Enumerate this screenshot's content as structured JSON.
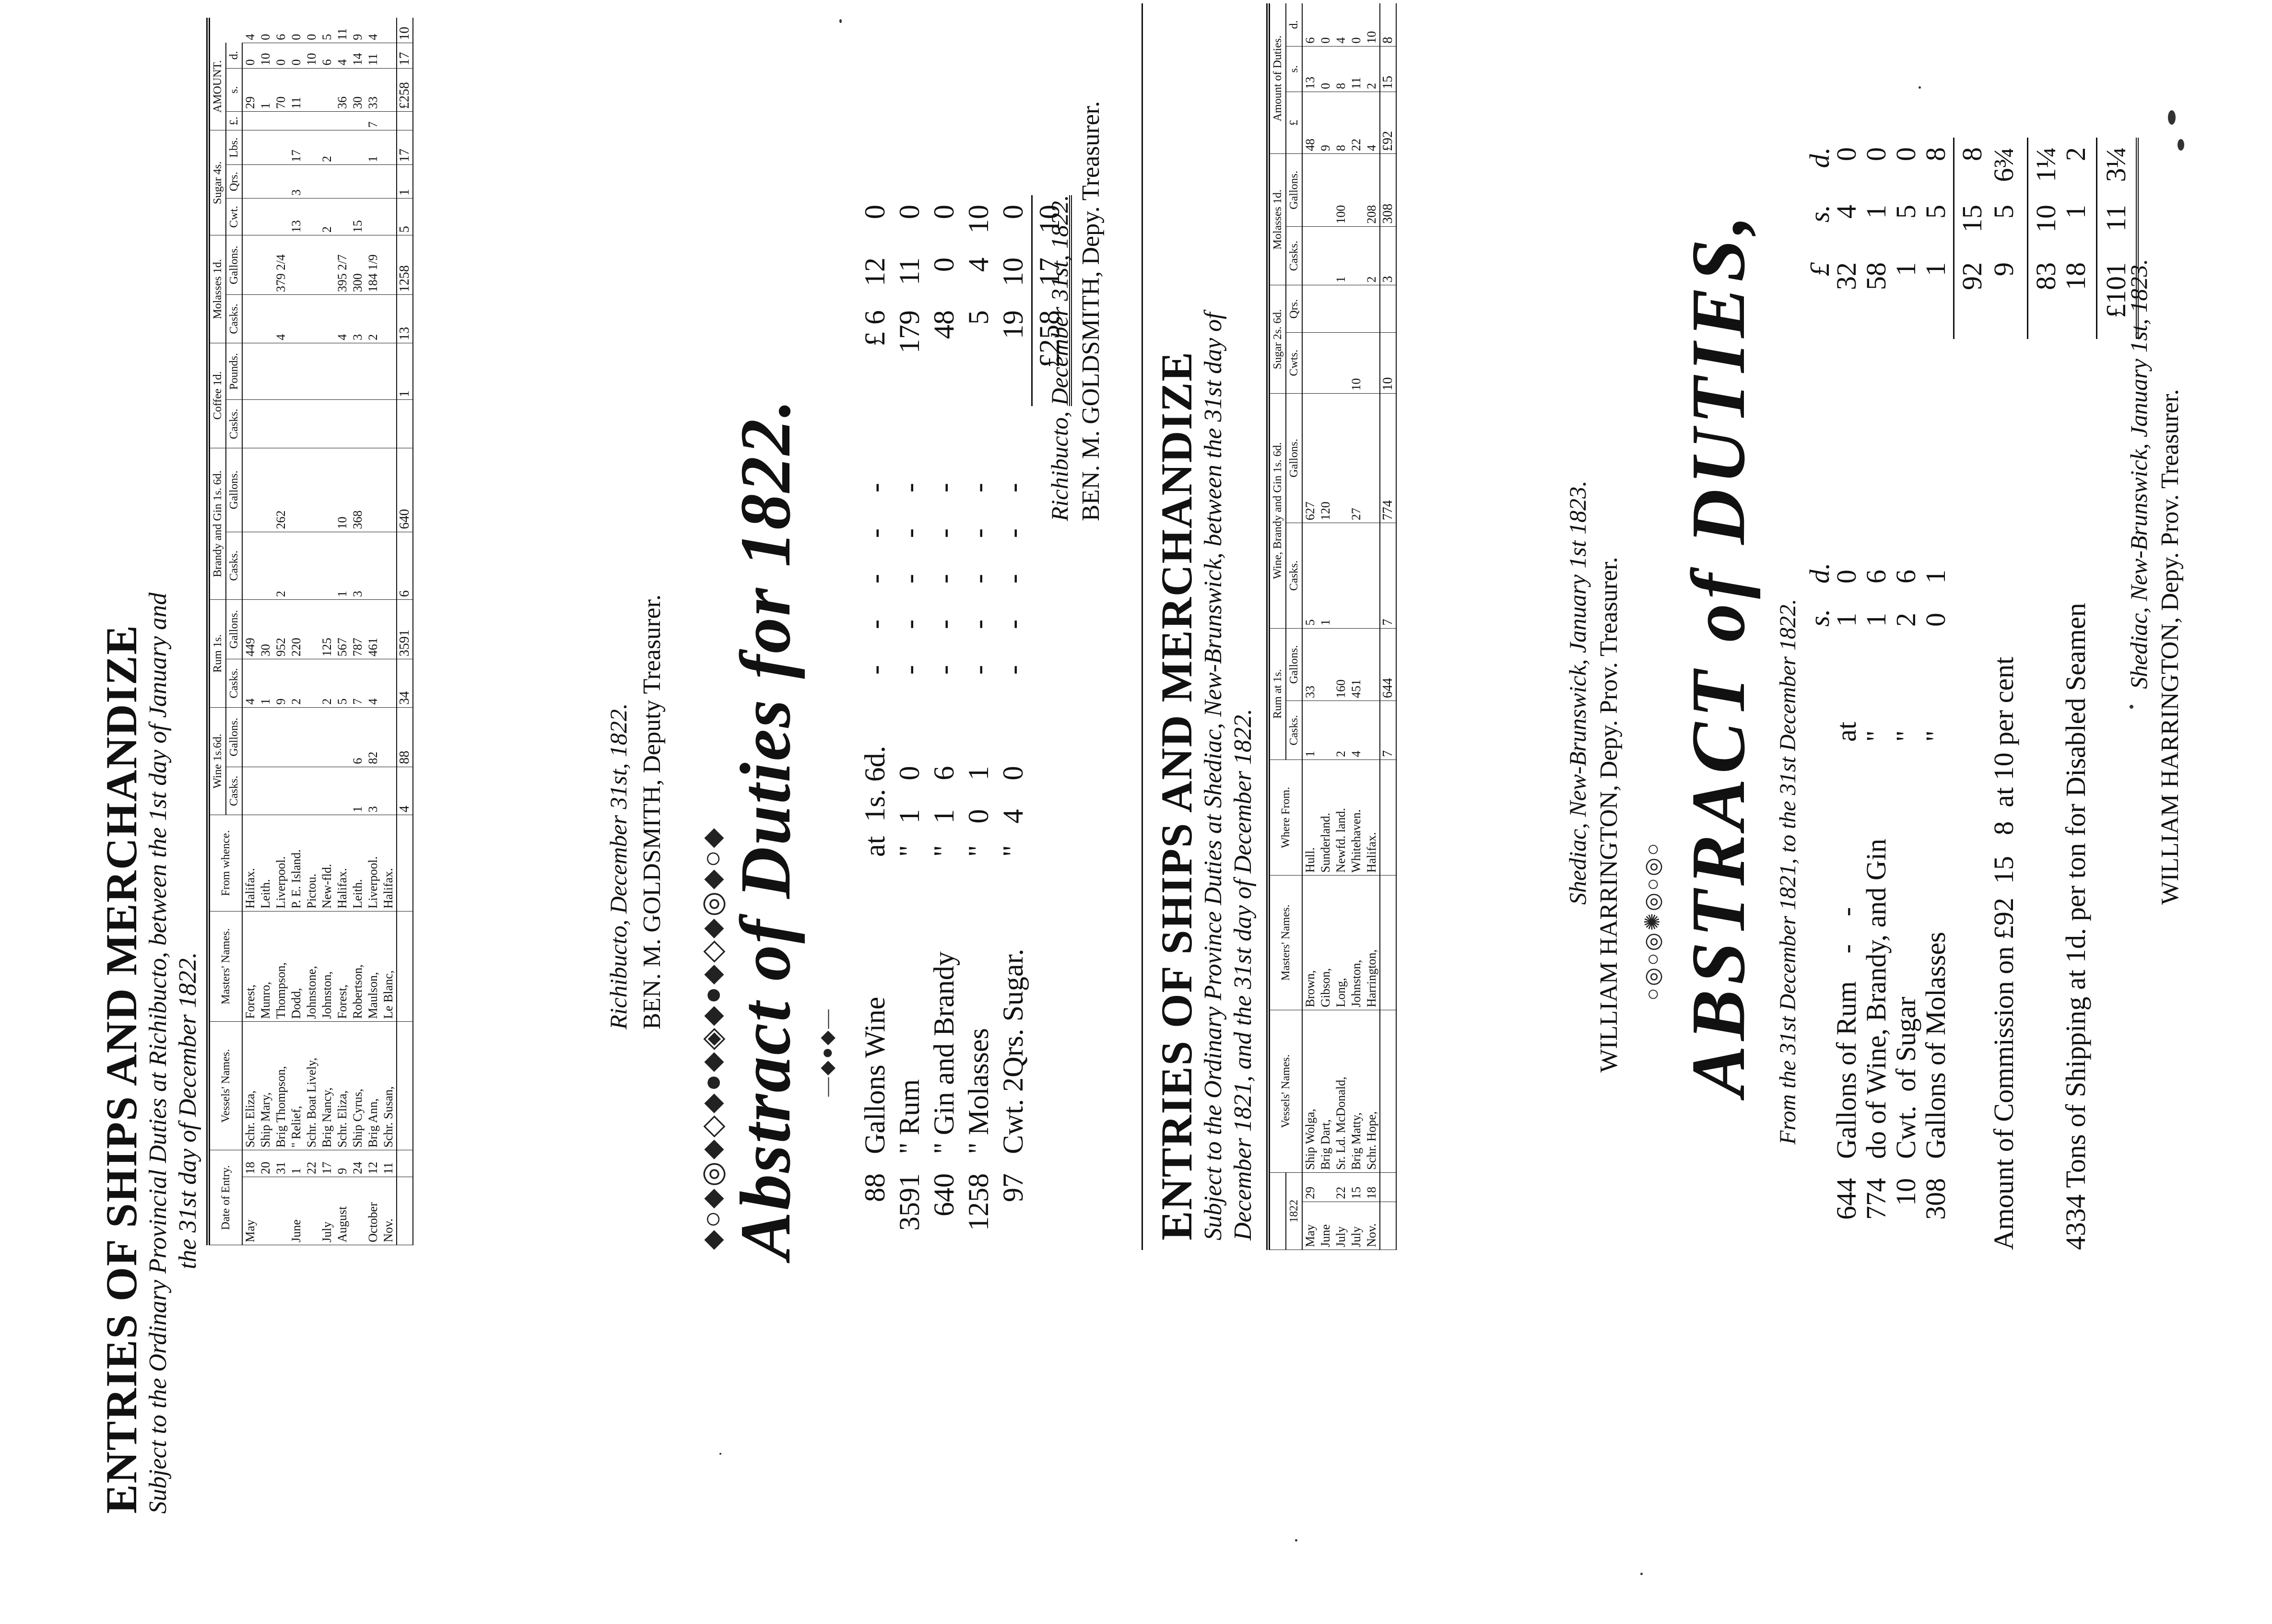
{
  "section1": {
    "title": "ENTRIES OF SHIPS AND MERCHANDIZE",
    "subtitle_line1": "Subject to the Ordinary Provincial Duties at Richibucto, between the 1st day of January and",
    "subtitle_line2": "the 31st day of December 1822.",
    "columns": [
      "Date of Entry.",
      "Vessels' Names.",
      "Masters' Names.",
      "From whence.",
      "Wine 1s.6d.",
      "Rum 1s.",
      "Brandy and Gin 1s. 6d.",
      "Coffee 1d.",
      "Molasses 1d.",
      "Sugar 4s.",
      "AMOUNT."
    ],
    "sub_columns": [
      "Casks.",
      "Gallons.",
      "Casks.",
      "Gallons.",
      "Casks.",
      "Gallons.",
      "Casks.",
      "Pounds.",
      "Casks.",
      "Gallons.",
      "Cwt.",
      "Qrs.",
      "Lbs.",
      "£.",
      "s.",
      "d."
    ],
    "rows": [
      [
        "May",
        "18",
        "Schr. Eliza,",
        "Forest,",
        "Halifax.",
        "",
        "",
        "4",
        "449",
        "",
        "",
        "",
        "",
        "",
        "",
        "",
        "",
        "",
        "",
        "29",
        "0",
        "4"
      ],
      [
        "",
        "20",
        "Ship Mary,",
        "Munro,",
        "Leith.",
        "",
        "",
        "1",
        "30",
        "",
        "",
        "",
        "",
        "",
        "",
        "",
        "",
        "",
        "",
        "1",
        "10",
        "0"
      ],
      [
        "",
        "31",
        "Brig Thompson,",
        "Thompson,",
        "Liverpool.",
        "",
        "",
        "9",
        "952",
        "2",
        "262",
        "",
        "",
        "4",
        "379 2/4",
        "",
        "",
        "",
        "",
        "70",
        "0",
        "6"
      ],
      [
        "June",
        "1",
        "\" Relief,",
        "Dodd,",
        "P. E. Island.",
        "",
        "",
        "2",
        "220",
        "",
        "",
        "",
        "",
        "",
        "",
        "13",
        "3",
        "17",
        "",
        "11",
        "0",
        "0"
      ],
      [
        "",
        "22",
        "Schr. Boat Lively,",
        "Johnstone,",
        "Pictou.",
        "",
        "",
        "",
        "",
        "",
        "",
        "",
        "",
        "",
        "",
        "",
        "",
        "",
        "",
        "",
        "10",
        "0"
      ],
      [
        "July",
        "17",
        "Brig Nancy,",
        "Johnston,",
        "New-fld.",
        "",
        "",
        "2",
        "125",
        "",
        "",
        "",
        "",
        "",
        "",
        "2",
        "",
        "2",
        "",
        "",
        "6",
        "5"
      ],
      [
        "August",
        "9",
        "Schr. Eliza,",
        "Forest,",
        "Halifax.",
        "",
        "",
        "5",
        "567",
        "1",
        "10",
        "",
        "",
        "4",
        "395 2/7",
        "",
        "",
        "",
        "",
        "36",
        "4",
        "11"
      ],
      [
        "",
        "24",
        "Ship Cyrus,",
        "Robertson,",
        "Leith.",
        "1",
        "6",
        "7",
        "787",
        "3",
        "368",
        "",
        "",
        "3",
        "300",
        "15",
        "",
        "",
        "",
        "30",
        "14",
        "9"
      ],
      [
        "October",
        "12",
        "Brig Ann,",
        "Maulson,",
        "Liverpool.",
        "3",
        "82",
        "4",
        "461",
        "",
        "",
        "",
        "",
        "2",
        "184 1/9",
        "",
        "",
        "1",
        "7",
        "33",
        "11",
        "4"
      ],
      [
        "Nov.",
        "11",
        "Schr. Susan,",
        "Le Blanc,",
        "Halifax.",
        "",
        "",
        "",
        "",
        "",
        "",
        "",
        "",
        "",
        "",
        "",
        "",
        "",
        "",
        "",
        "",
        ""
      ]
    ],
    "totals": [
      "",
      "",
      "",
      "",
      "",
      "4",
      "88",
      "34",
      "3591",
      "6",
      "640",
      "",
      "1",
      "13",
      "1258",
      "5",
      "1",
      "17",
      "",
      "£258",
      "17",
      "10"
    ],
    "signature_place": "Richibucto, December 31st, 1822.",
    "signature_name": "BEN. M. GOLDSMITH, Deputy Treasurer."
  },
  "abstract1": {
    "title": "Abstract of Duties for 1822.",
    "ornament": "⬥○⬥◎⬥◇⬥●⬥◈⬥●⬥◇⬥◎⬥○⬥",
    "lines": [
      {
        "qty": "88",
        "desc": "Gallons   Wine",
        "rate": "at  1s. 6d.",
        "l": "£ 6",
        "s": "12",
        "d": "0"
      },
      {
        "qty": "3591",
        "desc": "\"        Rum",
        "rate": "\"   1    0",
        "l": "179",
        "s": "11",
        "d": "0"
      },
      {
        "qty": "640",
        "desc": "\"        Gin and Brandy",
        "rate": "\"   1    6",
        "l": "48",
        "s": "0",
        "d": "0"
      },
      {
        "qty": "1258",
        "desc": "\"        Molasses",
        "rate": "\"   0    1",
        "l": "5",
        "s": "4",
        "d": "10"
      },
      {
        "qty": "97",
        "desc": "Cwt. 2Qrs. Sugar.",
        "rate": "\"   4    0",
        "l": "19",
        "s": "10",
        "d": "0"
      }
    ],
    "total": {
      "l": "£258",
      "s": "17",
      "d": "10"
    },
    "signature_place": "Richibucto, December 31st, 1822.",
    "signature_name": "BEN. M. GOLDSMITH, Depy. Treasurer."
  },
  "section2": {
    "title": "ENTRIES OF SHIPS AND MERCHANDIZE",
    "subtitle_line1": "Subject to the Ordinary Province Duties at Shediac, New-Brunswick, between the 31st day of",
    "subtitle_line2": "December 1821, and the 31st day of December 1822.",
    "year": "1822",
    "columns": [
      "Vessels' Names.",
      "Masters' Names.",
      "Where From.",
      "Rum at 1s.",
      "Wine, Brandy and Gin 1s. 6d.",
      "Sugar 2s. 6d.",
      "Molasses 1d.",
      "Amount of Duties."
    ],
    "sub_columns": [
      "Casks.",
      "Gallons.",
      "Casks.",
      "Gallons.",
      "Cwts.",
      "Qrs.",
      "Casks.",
      "Gallons.",
      "£",
      "s.",
      "d."
    ],
    "rows": [
      [
        "May",
        "29",
        "Ship Wolga,",
        "Brown,",
        "Hull.",
        "1",
        "33",
        "5",
        "627",
        "",
        "",
        "",
        "",
        "48",
        "13",
        "6"
      ],
      [
        "June",
        "",
        "Brig Dart,",
        "Gibson,",
        "Sunderland.",
        "",
        "",
        "1",
        "120",
        "",
        "",
        "",
        "",
        "9",
        "0",
        "0"
      ],
      [
        "July",
        "22",
        "Sr. Ld. McDonald,",
        "Long,",
        "Newfd. land.",
        "2",
        "160",
        "",
        "",
        "",
        "",
        "1",
        "100",
        "8",
        "8",
        "4"
      ],
      [
        "July",
        "15",
        "Brig Matty,",
        "Johnston,",
        "Whitehaven.",
        "4",
        "451",
        "",
        "27",
        "10",
        "",
        "",
        "",
        "22",
        "11",
        "0"
      ],
      [
        "Nov.",
        "18",
        "Schr. Hope,",
        "Harrington,",
        "Halifax.",
        "",
        "",
        "",
        "",
        "",
        "",
        "2",
        "208",
        "4",
        "2",
        "10"
      ]
    ],
    "totals": [
      "",
      "",
      "",
      "",
      "",
      "7",
      "644",
      "7",
      "774",
      "10",
      "",
      "3",
      "308",
      "£92",
      "15",
      "8"
    ],
    "signature_place": "Shediac, New-Brunswick, January 1st 1823.",
    "signature_name": "WILLIAM HARRINGTON, Depy. Prov. Treasurer."
  },
  "abstract2": {
    "title": "ABSTRACT of DUTIES,",
    "ornament": "○◎○◎✺◎○◎○",
    "subtitle": "From the 31st December 1821, to the 31st December 1822.",
    "header_l": "£",
    "header_s": "s.",
    "header_d": "d.",
    "rate_header_s": "s.",
    "rate_header_d": "d.",
    "lines": [
      {
        "qty": "644",
        "desc": "Gallons of Rum    -    -",
        "rate": "at",
        "rs": "1",
        "rd": "0",
        "l": "32",
        "s": "4",
        "d": "0"
      },
      {
        "qty": "774",
        "desc": "do of Wine, Brandy, and Gin",
        "rate": "\"",
        "rs": "1",
        "rd": "6",
        "l": "58",
        "s": "1",
        "d": "0"
      },
      {
        "qty": "10",
        "desc": "Cwt.  of Sugar",
        "rate": "\"",
        "rs": "2",
        "rd": "6",
        "l": "1",
        "s": "5",
        "d": "0"
      },
      {
        "qty": "308",
        "desc": "Gallons of Molasses",
        "rate": "\"",
        "rs": "0",
        "rd": "1",
        "l": "1",
        "s": "5",
        "d": "8"
      }
    ],
    "subtotal": {
      "l": "92",
      "s": "15",
      "d": "8"
    },
    "commission_text": "Amount of Commission on £92  15   8  at 10 per cent",
    "commission": {
      "l": "9",
      "s": "5",
      "d": "6¾"
    },
    "net": {
      "l": "83",
      "s": "10",
      "d": "1¼"
    },
    "shipping_text": "4334 Tons of Shipping at 1d. per ton for Disabled Seamen",
    "shipping": {
      "l": "18",
      "s": "1",
      "d": "2"
    },
    "total": {
      "l": "£101",
      "s": "11",
      "d": "3¼"
    },
    "signature_place": "Shediac, New-Brunswick, January 1st, 1823.",
    "signature_name": "WILLIAM HARRINGTON, Depy. Prov. Treasurer."
  }
}
